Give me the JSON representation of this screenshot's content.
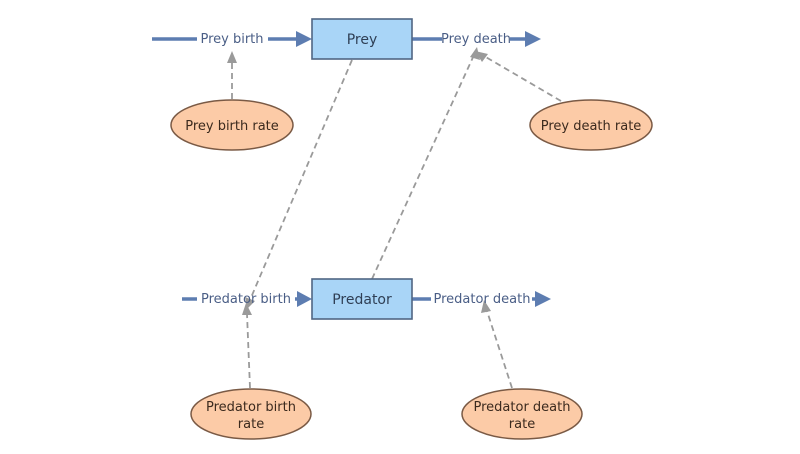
{
  "diagram": {
    "stocks": {
      "prey": "Prey",
      "predator": "Predator"
    },
    "flows": {
      "prey_birth": "Prey birth",
      "prey_death": "Prey death",
      "predator_birth": "Predator birth",
      "predator_death": "Predator death"
    },
    "variables": {
      "prey_birth_rate": "Prey birth rate",
      "prey_death_rate": "Prey death rate",
      "predator_birth_rate": [
        "Predator birth",
        "rate"
      ],
      "predator_death_rate": [
        "Predator death",
        "rate"
      ]
    }
  },
  "colors": {
    "stock_fill": "#a9d5f7",
    "variable_fill": "#fccba7",
    "flow_stroke": "#5d7db1",
    "link_stroke": "#9a9a9a"
  }
}
